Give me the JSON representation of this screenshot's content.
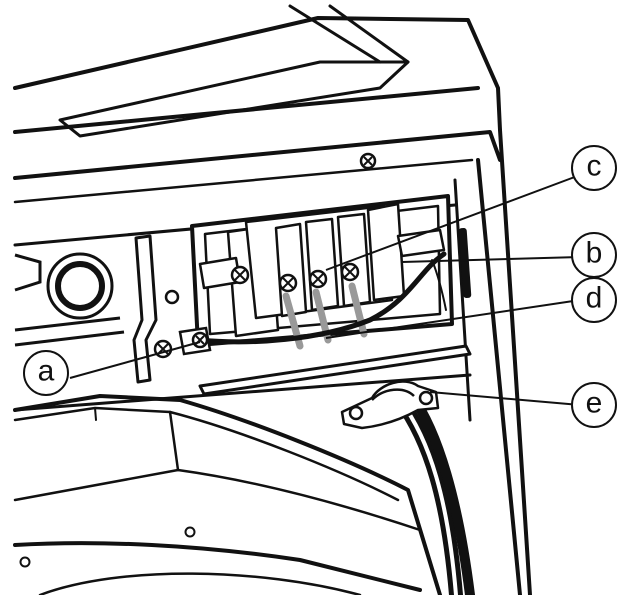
{
  "diagram": {
    "callouts": [
      {
        "key": "a",
        "label": "a"
      },
      {
        "key": "b",
        "label": "b"
      },
      {
        "key": "c",
        "label": "c"
      },
      {
        "key": "d",
        "label": "d"
      },
      {
        "key": "e",
        "label": "e"
      }
    ]
  }
}
